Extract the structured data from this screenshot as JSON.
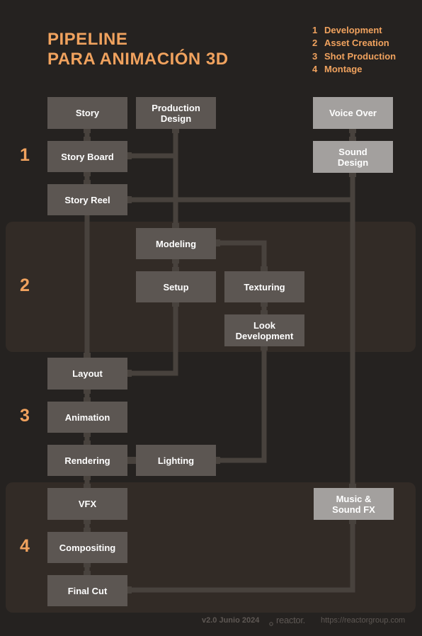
{
  "title": {
    "line1": "PIPELINE",
    "line2": "PARA ANIMACIÓN 3D"
  },
  "legend": [
    {
      "num": "1",
      "label": "Development"
    },
    {
      "num": "2",
      "label": "Asset Creation"
    },
    {
      "num": "3",
      "label": "Shot Production"
    },
    {
      "num": "4",
      "label": "Montage"
    }
  ],
  "stages": [
    "1",
    "2",
    "3",
    "4"
  ],
  "nodes": {
    "story": "Story",
    "production_design": "Production\nDesign",
    "voice_over": "Voice Over",
    "story_board": "Story Board",
    "sound_design": "Sound\nDesign",
    "story_reel": "Story Reel",
    "modeling": "Modeling",
    "setup": "Setup",
    "texturing": "Texturing",
    "look_development": "Look\nDevelopment",
    "layout": "Layout",
    "animation": "Animation",
    "rendering": "Rendering",
    "lighting": "Lighting",
    "vfx": "VFX",
    "music_sound_fx": "Music &\nSound FX",
    "compositing": "Compositing",
    "final_cut": "Final Cut"
  },
  "footer": {
    "version": "v2.0 Junio 2024",
    "brand": "reactor.",
    "url": "https://reactorgroup.com"
  },
  "colors": {
    "background": "#252220",
    "band": "#322b26",
    "accent": "#f0a25e",
    "node_dark": "#5c5652",
    "node_light": "#a3a09e",
    "connector": "#48423d"
  },
  "icons": [
    "reactor-logo-icon"
  ]
}
